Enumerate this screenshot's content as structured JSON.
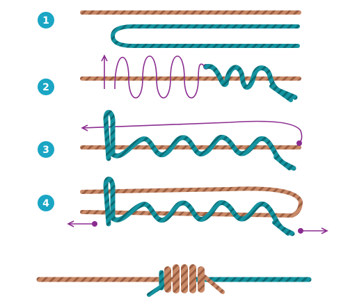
{
  "steps": [
    {
      "label": "1"
    },
    {
      "label": "2"
    },
    {
      "label": "3"
    },
    {
      "label": "4"
    }
  ],
  "colors": {
    "badge": "#1aa6c4",
    "orange_line": "#c98a68",
    "orange_dark": "#9a5e42",
    "teal_line": "#1594a0",
    "teal_dark": "#0b6b74",
    "purple_guide": "#8a2c8f",
    "background": "#ffffff"
  },
  "icons": {
    "start_dot": "purple-dot-icon",
    "direction_arrow": "arrow-icon"
  }
}
